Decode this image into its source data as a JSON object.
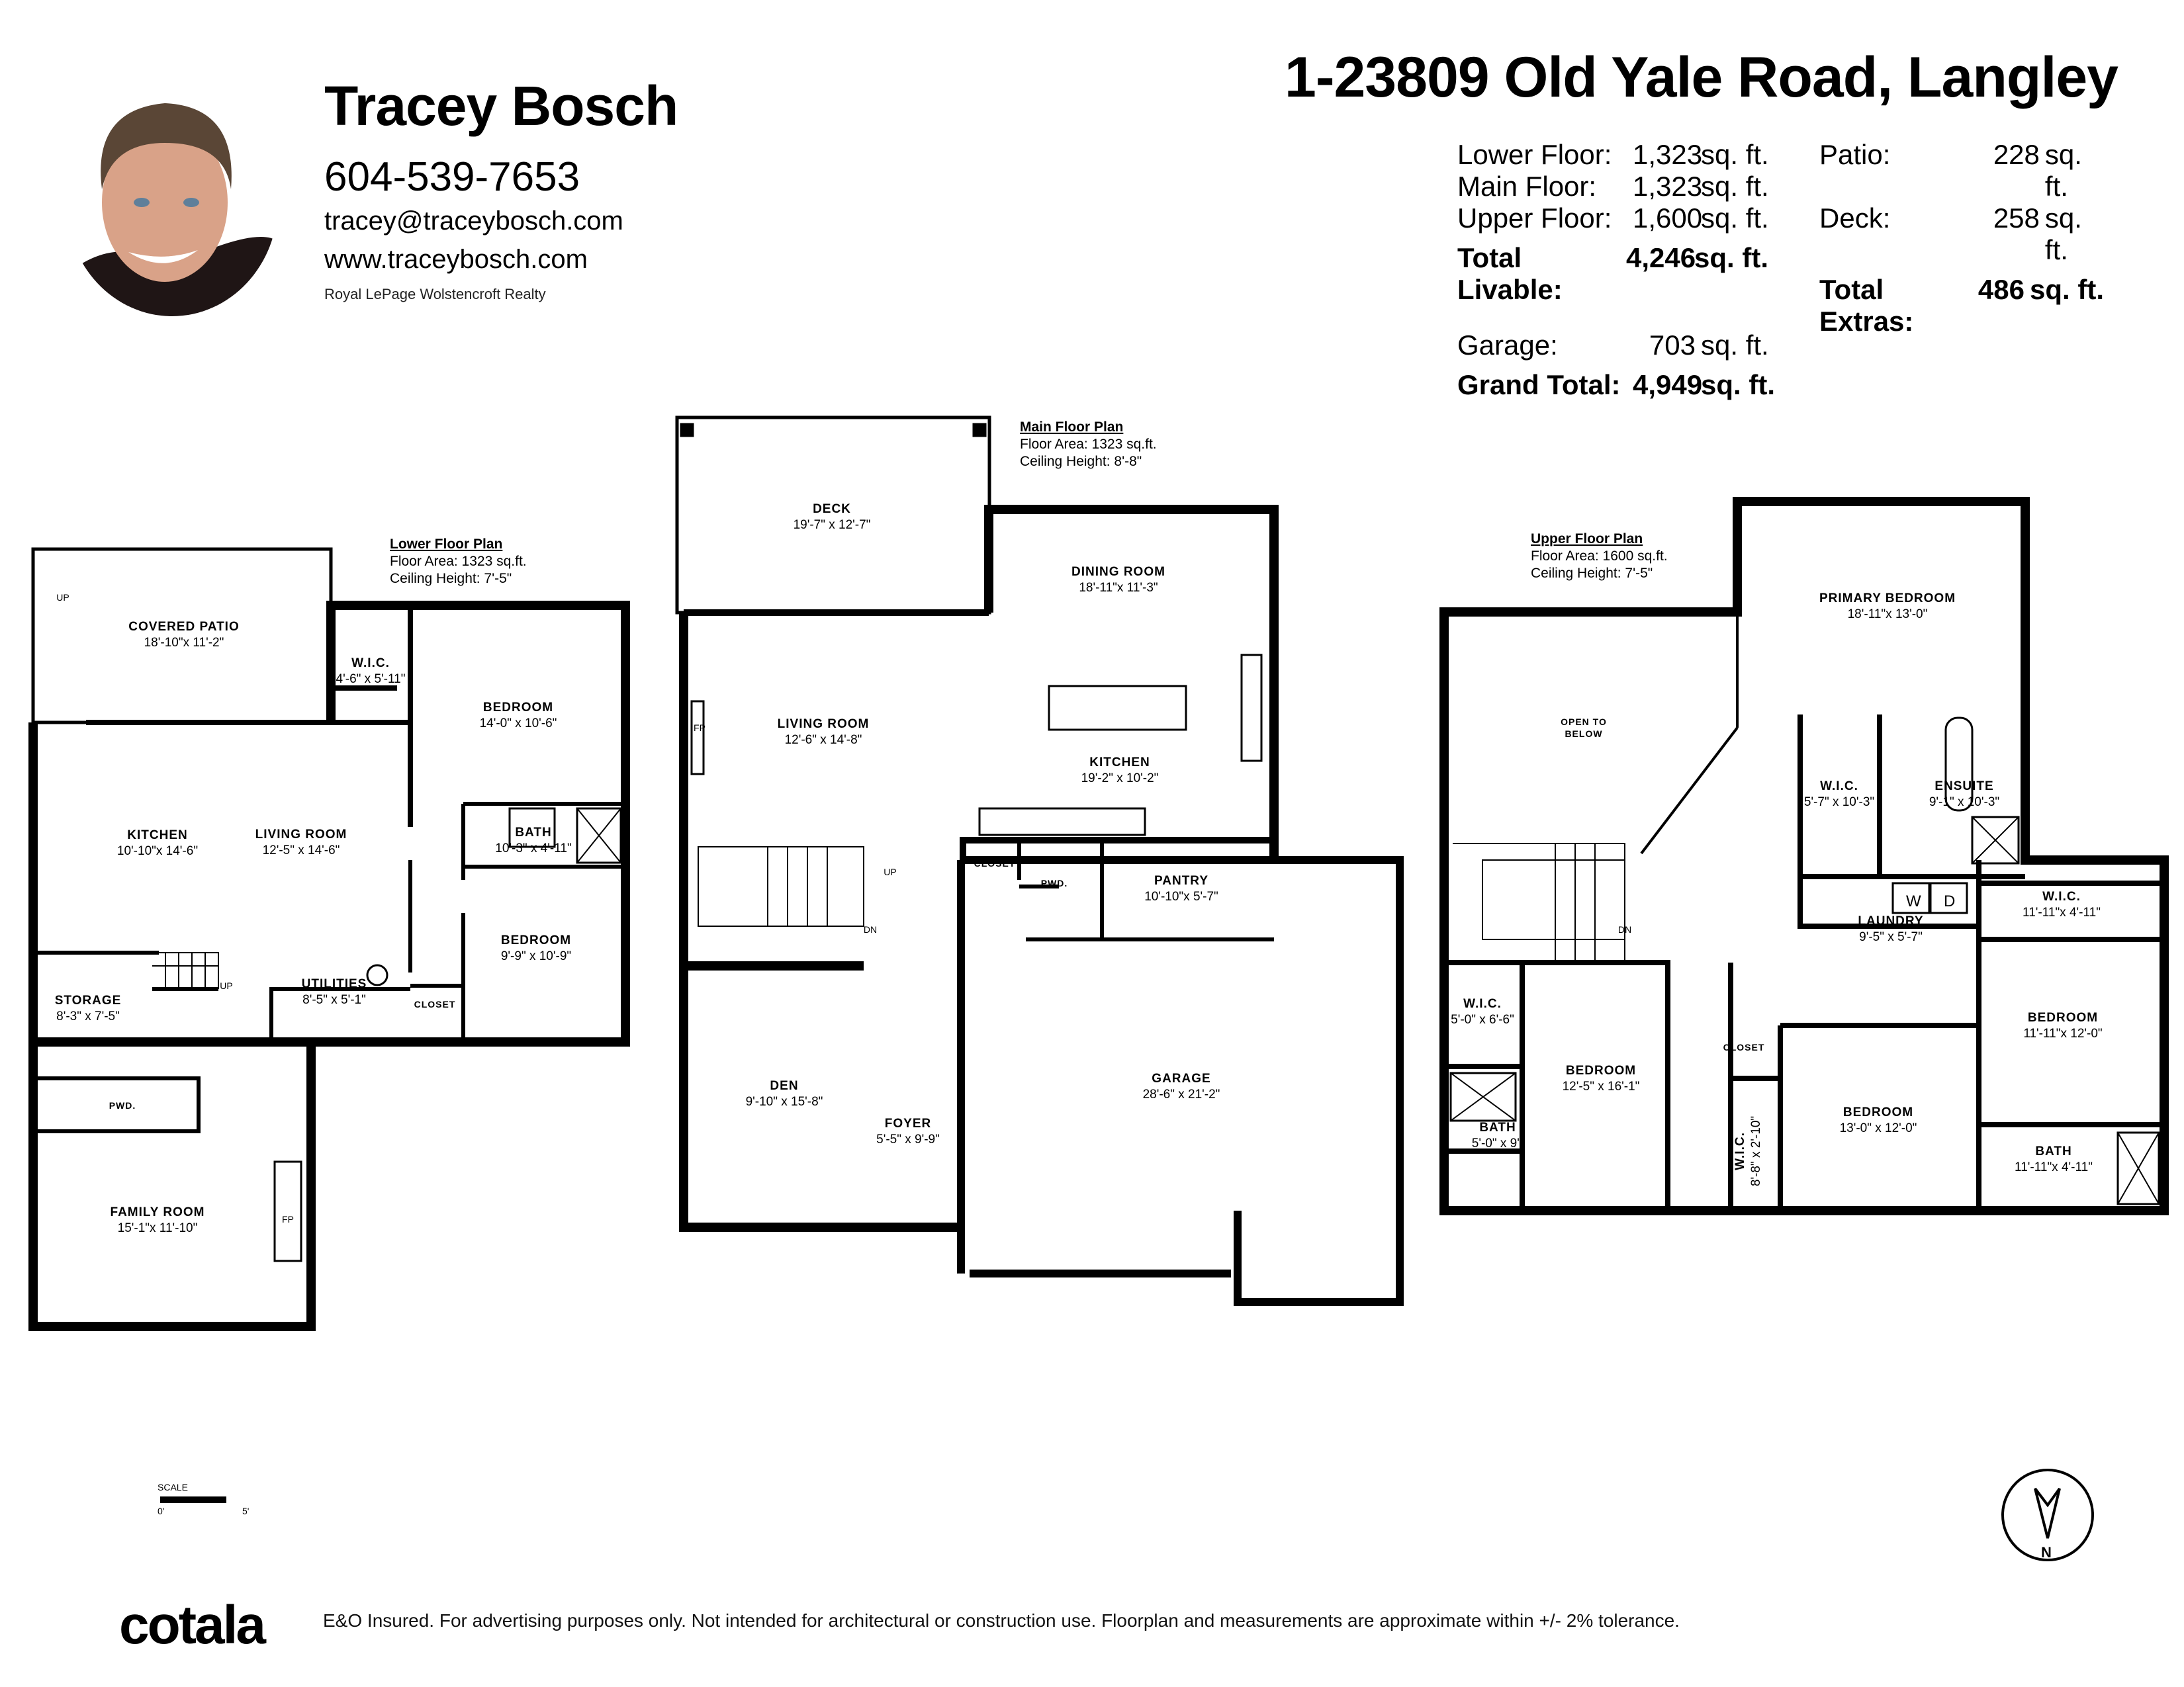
{
  "agent": {
    "name": "Tracey Bosch",
    "phone": "604-539-7653",
    "email": "tracey@traceybosch.com",
    "website": "www.traceybosch.com",
    "brokerage": "Royal LePage Wolstencroft Realty"
  },
  "property": {
    "address": "1-23809 Old Yale Road, Langley"
  },
  "areas": {
    "unit": "sq. ft.",
    "lower": {
      "label": "Lower Floor:",
      "value": "1,323"
    },
    "main": {
      "label": "Main Floor:",
      "value": "1,323"
    },
    "upper": {
      "label": "Upper Floor:",
      "value": "1,600"
    },
    "total_livable": {
      "label": "Total Livable:",
      "value": "4,246"
    },
    "garage": {
      "label": "Garage:",
      "value": "703"
    },
    "grand_total": {
      "label": "Grand Total:",
      "value": "4,949"
    },
    "patio": {
      "label": "Patio:",
      "value": "228"
    },
    "deck": {
      "label": "Deck:",
      "value": "258"
    },
    "total_extras": {
      "label": "Total Extras:",
      "value": "486"
    }
  },
  "floors": {
    "lower": {
      "title": "Lower Floor Plan",
      "area": "Floor Area: 1323 sq.ft.",
      "ceiling": "Ceiling Height: 7'-5\"",
      "rooms": [
        {
          "name": "COVERED PATIO",
          "dims": "18'-10\"x 11'-2\""
        },
        {
          "name": "W.I.C.",
          "dims": "4'-6\" x 5'-11\""
        },
        {
          "name": "BEDROOM",
          "dims": "14'-0\" x 10'-6\""
        },
        {
          "name": "KITCHEN",
          "dims": "10'-10\"x 14'-6\""
        },
        {
          "name": "LIVING ROOM",
          "dims": "12'-5\" x 14'-6\""
        },
        {
          "name": "BATH",
          "dims": "10'-3\" x 4'-11\""
        },
        {
          "name": "BEDROOM",
          "dims": "9'-9\" x 10'-9\""
        },
        {
          "name": "STORAGE",
          "dims": "8'-3\" x 7'-5\""
        },
        {
          "name": "UTILITIES",
          "dims": "8'-5\" x 5'-1\""
        },
        {
          "name": "CLOSET",
          "dims": ""
        },
        {
          "name": "PWD.",
          "dims": ""
        },
        {
          "name": "FAMILY ROOM",
          "dims": "15'-1\"x 11'-10\""
        }
      ],
      "marks": {
        "up": "UP",
        "up2": "UP",
        "fp": "FP"
      }
    },
    "main": {
      "title": "Main Floor Plan",
      "area": "Floor Area: 1323 sq.ft.",
      "ceiling": "Ceiling Height: 8'-8\"",
      "rooms": [
        {
          "name": "DECK",
          "dims": "19'-7\" x 12'-7\""
        },
        {
          "name": "DINING ROOM",
          "dims": "18'-11\"x 11'-3\""
        },
        {
          "name": "LIVING ROOM",
          "dims": "12'-6\" x 14'-8\""
        },
        {
          "name": "KITCHEN",
          "dims": "19'-2\" x 10'-2\""
        },
        {
          "name": "CLOSET",
          "dims": ""
        },
        {
          "name": "PWD.",
          "dims": ""
        },
        {
          "name": "PANTRY",
          "dims": "10'-10\"x 5'-7\""
        },
        {
          "name": "DEN",
          "dims": "9'-10\" x 15'-8\""
        },
        {
          "name": "FOYER",
          "dims": "5'-5\" x 9'-9\""
        },
        {
          "name": "GARAGE",
          "dims": "28'-6\" x 21'-2\""
        }
      ],
      "marks": {
        "up": "UP",
        "dn": "DN",
        "fp": "FP"
      }
    },
    "upper": {
      "title": "Upper Floor Plan",
      "area": "Floor Area: 1600 sq.ft.",
      "ceiling": "Ceiling Height: 7'-5\"",
      "rooms": [
        {
          "name": "OPEN TO",
          "dims": "BELOW"
        },
        {
          "name": "PRIMARY BEDROOM",
          "dims": "18'-11\"x 13'-0\""
        },
        {
          "name": "W.I.C.",
          "dims": "5'-7\" x 10'-3\""
        },
        {
          "name": "ENSUITE",
          "dims": "9'-1\" x 10'-3\""
        },
        {
          "name": "LAUNDRY",
          "dims": "9'-5\" x 5'-7\""
        },
        {
          "name": "W.I.C.",
          "dims": "11'-11\"x 4'-11\""
        },
        {
          "name": "BEDROOM",
          "dims": "11'-11\"x 12'-0\""
        },
        {
          "name": "W.I.C.",
          "dims": "5'-0\" x 6'-6\""
        },
        {
          "name": "BEDROOM",
          "dims": "12'-5\" x 16'-1\""
        },
        {
          "name": "CLOSET",
          "dims": ""
        },
        {
          "name": "W.I.C.",
          "dims": "8'-8\" x 2'-10\""
        },
        {
          "name": "BATH",
          "dims": "5'-0\" x 9'-"
        },
        {
          "name": "BEDROOM",
          "dims": "13'-0\" x 12'-0\""
        },
        {
          "name": "BATH",
          "dims": "11'-11\"x 4'-11\""
        }
      ],
      "marks": {
        "dn": "DN",
        "w": "W",
        "d": "D"
      }
    }
  },
  "scale": {
    "label": "SCALE",
    "start": "0'",
    "end": "5'"
  },
  "compass": {
    "label": "N"
  },
  "footer": {
    "logo": "cotala",
    "disclaimer": "E&O Insured. For advertising purposes only. Not intended for architectural or construction use. Floorplan and measurements are approximate within +/- 2% tolerance."
  },
  "colors": {
    "ink": "#000000",
    "skin": "#d9a288",
    "hair": "#5a4636",
    "shirt": "#1f1515"
  }
}
